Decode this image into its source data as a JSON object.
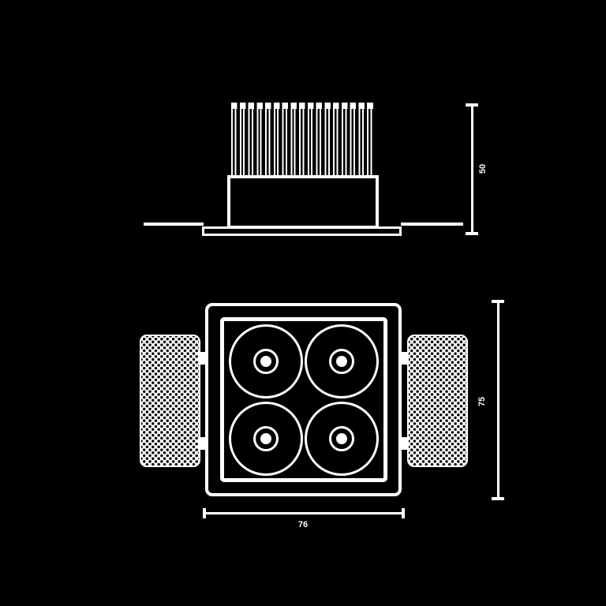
{
  "colors": {
    "background": "#000000",
    "line": "#ffffff"
  },
  "drawing": {
    "type": "technical dimension drawing of recessed LED downlight",
    "side_view": {
      "parts": [
        "heatsink-fins",
        "fixture-body",
        "ceiling-trim-flange"
      ],
      "height_label": "50"
    },
    "front_view": {
      "parts": [
        "outer-square-frame",
        "inner-square-frame",
        "four-lenses",
        "spring-clips"
      ],
      "height_label": "75",
      "width_label": "76"
    }
  }
}
